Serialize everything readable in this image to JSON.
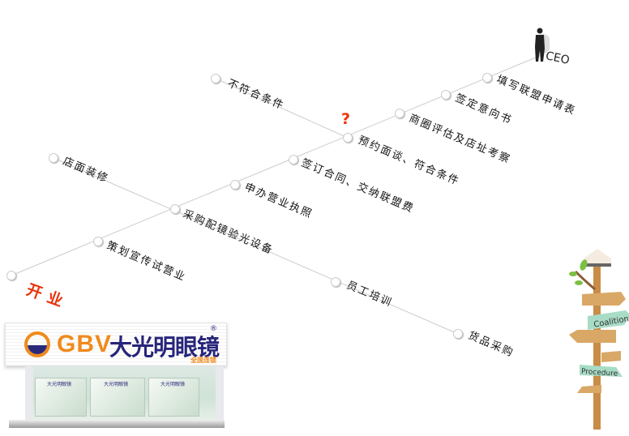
{
  "steps": [
    {
      "id": "fill-application",
      "label": "填写联盟申请表"
    },
    {
      "id": "sign-intent",
      "label": "签定意向书"
    },
    {
      "id": "site-survey",
      "label": "商圈评估及店址考察"
    },
    {
      "id": "interview",
      "label": "预约面谈、符合条件"
    },
    {
      "id": "sign-contract",
      "label": "签订合同、交纳联盟费"
    },
    {
      "id": "business-license",
      "label": "申办营业执照"
    },
    {
      "id": "purchase-equipment",
      "label": "采购配镜验光设备"
    },
    {
      "id": "trial-operation",
      "label": "策划宣传试营业"
    }
  ],
  "branches": {
    "not_qualified": "不符合条件",
    "store_decoration": "店面装修",
    "staff_training": "员工培训",
    "goods_purchase": "货品采购"
  },
  "opening": "开业",
  "question_mark": "?",
  "ceo": "CEO",
  "store": {
    "logo_text": "GBV",
    "brand": "大光明眼镜",
    "reg": "®",
    "chain": "全国连锁",
    "window_text": "大光明眼镜"
  },
  "signpost": {
    "sign1": "Coalition",
    "sign2": "Procedure"
  },
  "colors": {
    "accent_red": "#e8340e",
    "brand_orange": "#f08a1c",
    "brand_navy": "#27257a"
  }
}
